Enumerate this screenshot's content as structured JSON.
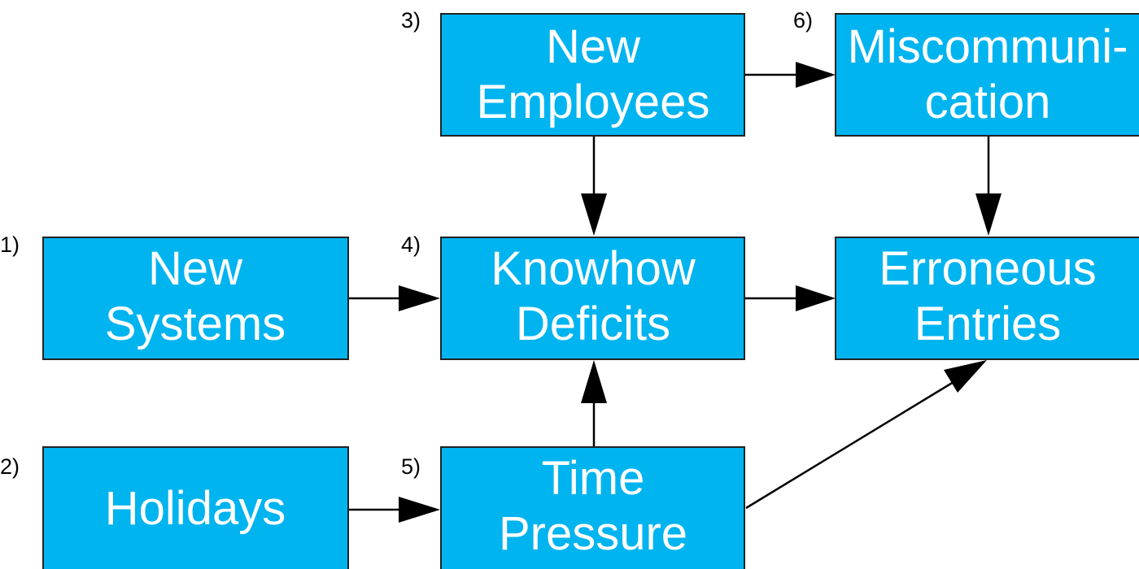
{
  "nodes": [
    {
      "id": "new-employees",
      "number": "3)",
      "lines": [
        "New",
        "Employees"
      ]
    },
    {
      "id": "miscommunication",
      "number": "6)",
      "lines": [
        "Miscommuni-",
        "cation"
      ]
    },
    {
      "id": "new-systems",
      "number": "1)",
      "lines": [
        "New",
        "Systems"
      ]
    },
    {
      "id": "knowhow-deficits",
      "number": "4)",
      "lines": [
        "Knowhow",
        "Deficits"
      ]
    },
    {
      "id": "erroneous-entries",
      "number": "",
      "lines": [
        "Erroneous",
        "Entries"
      ]
    },
    {
      "id": "holidays",
      "number": "2)",
      "lines": [
        "Holidays"
      ]
    },
    {
      "id": "time-pressure",
      "number": "5)",
      "lines": [
        "Time",
        "Pressure"
      ]
    }
  ],
  "edges": [
    {
      "from": "new-employees",
      "to": "miscommunication"
    },
    {
      "from": "new-employees",
      "to": "knowhow-deficits"
    },
    {
      "from": "miscommunication",
      "to": "erroneous-entries"
    },
    {
      "from": "new-systems",
      "to": "knowhow-deficits"
    },
    {
      "from": "knowhow-deficits",
      "to": "erroneous-entries"
    },
    {
      "from": "holidays",
      "to": "time-pressure"
    },
    {
      "from": "time-pressure",
      "to": "knowhow-deficits"
    },
    {
      "from": "time-pressure",
      "to": "erroneous-entries"
    }
  ]
}
